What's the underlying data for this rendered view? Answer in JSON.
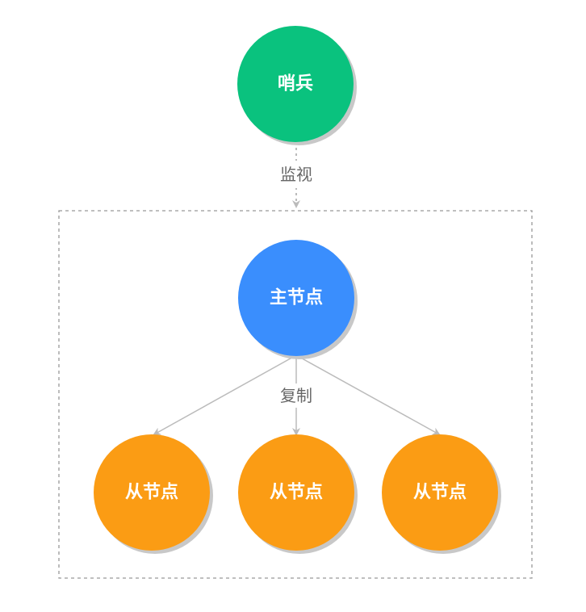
{
  "nodes": {
    "sentinel": {
      "label": "哨兵",
      "color": "#0ac27e"
    },
    "master": {
      "label": "主节点",
      "color": "#3a8efd"
    },
    "slaves": [
      {
        "label": "从节点",
        "color": "#fb9c14"
      },
      {
        "label": "从节点",
        "color": "#fb9c14"
      },
      {
        "label": "从节点",
        "color": "#fb9c14"
      }
    ]
  },
  "edges": {
    "monitor_label": "监视",
    "replicate_label": "复制"
  },
  "colors": {
    "edge": "#bbbbbb",
    "group_border": "#999999",
    "shadow": "#c8c8c8"
  }
}
